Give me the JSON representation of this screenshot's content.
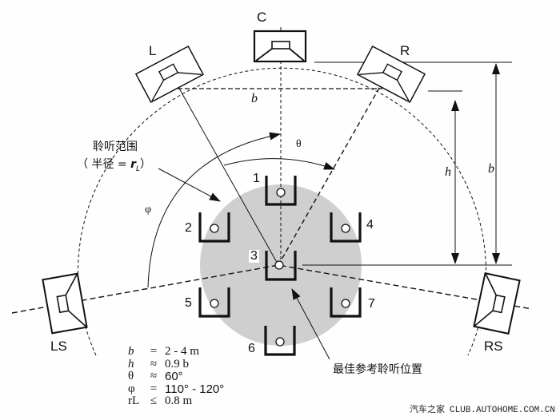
{
  "diagram": {
    "type": "5.1 surround speaker placement (ITU-R BS.775) top view",
    "speakers": [
      {
        "id": "C",
        "label": "C"
      },
      {
        "id": "L",
        "label": "L"
      },
      {
        "id": "R",
        "label": "R"
      },
      {
        "id": "LS",
        "label": "LS"
      },
      {
        "id": "RS",
        "label": "RS"
      }
    ],
    "seats": [
      {
        "id": "1",
        "label": "1"
      },
      {
        "id": "2",
        "label": "2"
      },
      {
        "id": "3",
        "label": "3"
      },
      {
        "id": "4",
        "label": "4"
      },
      {
        "id": "5",
        "label": "5"
      },
      {
        "id": "6",
        "label": "6"
      },
      {
        "id": "7",
        "label": "7"
      }
    ],
    "dimension_labels": {
      "b_horizontal": "b",
      "h_vertical": "h",
      "b_vertical": "b",
      "theta": "θ",
      "phi": "φ"
    },
    "annotations": {
      "listening_area_line1": "聆听范围",
      "listening_area_line2_prefix": "（ 半径 = ",
      "listening_area_line2_var": "r",
      "listening_area_line2_sub": "L",
      "listening_area_line2_suffix": "）",
      "best_position": "最佳参考聆听位置"
    },
    "legend": [
      {
        "symbol": "b",
        "op": "=",
        "value": "2 - 4 m"
      },
      {
        "symbol": "h",
        "op": "≈",
        "value": "0.9 b"
      },
      {
        "symbol": "θ",
        "op": "≈",
        "value": "60°"
      },
      {
        "symbol": "φ",
        "op": "=",
        "value": "110° - 120°"
      },
      {
        "symbol": "rL",
        "op": "≤",
        "value": "0.8 m"
      }
    ],
    "colors": {
      "line": "#111111",
      "listening_area_fill": "#cfcfcf",
      "background": "#fefefe"
    }
  },
  "watermark": {
    "cn": "汽车之家",
    "url": "CLUB.AUTOHOME.COM.CN"
  }
}
